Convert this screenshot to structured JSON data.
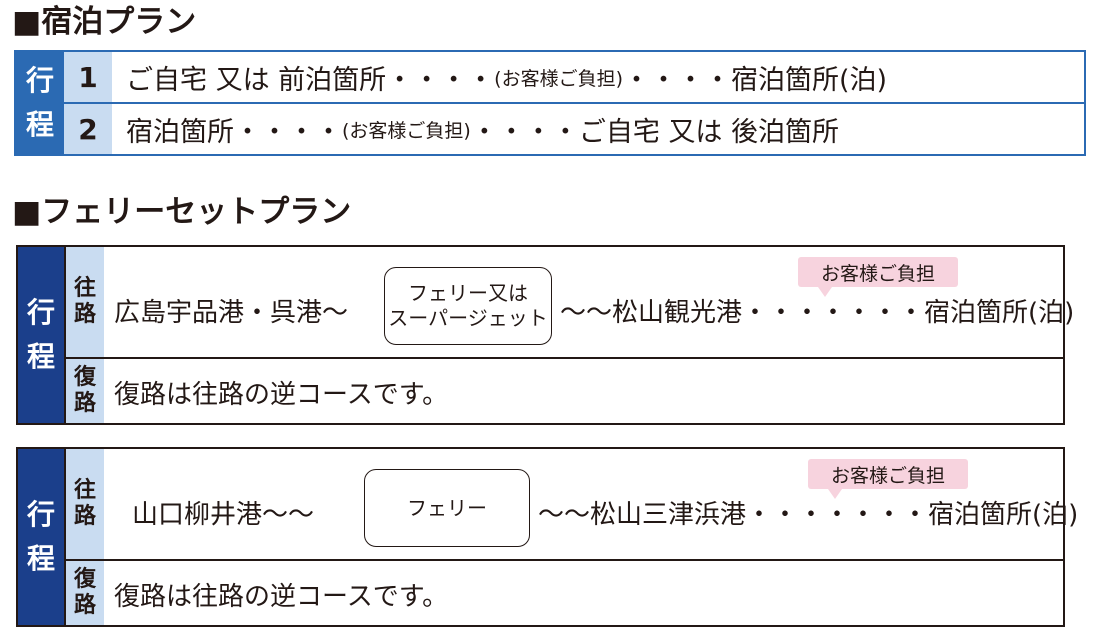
{
  "lodging_plan": {
    "heading": "■宿泊プラン",
    "itinerary_label": [
      "行",
      "程"
    ],
    "rows": [
      {
        "num": "1",
        "text_a": "ご自宅 又は 前泊箇所・・・・",
        "note": "(お客様ご負担)",
        "text_b": "・・・・宿泊箇所(泊)"
      },
      {
        "num": "2",
        "text_a": "宿泊箇所・・・・",
        "note": "(お客様ご負担)",
        "text_b": "・・・・ご自宅 又は 後泊箇所"
      }
    ]
  },
  "ferry_plan": {
    "heading": "■フェリーセットプラン",
    "tables": [
      {
        "itinerary_label": [
          "行",
          "程"
        ],
        "outbound_label": [
          "往",
          "路"
        ],
        "return_label": [
          "復",
          "路"
        ],
        "from": "広島宇品港・呉港〜",
        "ferry_lines": [
          "フェリー又は",
          "スーパージェット"
        ],
        "to": "〜〜松山観光港・・・・・・・宿泊箇所(泊)",
        "bubble": "お客様ご負担",
        "return_text": "復路は往路の逆コースです。"
      },
      {
        "itinerary_label": [
          "行",
          "程"
        ],
        "outbound_label": [
          "往",
          "路"
        ],
        "return_label": [
          "復",
          "路"
        ],
        "from": "山口柳井港〜〜",
        "ferry_lines": [
          "フェリー"
        ],
        "to": "〜〜松山三津浜港・・・・・・・宿泊箇所(泊)",
        "bubble": "お客様ご負担",
        "return_text": "復路は往路の逆コースです。"
      }
    ]
  },
  "colors": {
    "accent_blue": "#2b6ab3",
    "navy": "#1b3f8b",
    "light_blue": "#c9dcf1",
    "bubble_pink": "#f7d3de"
  }
}
